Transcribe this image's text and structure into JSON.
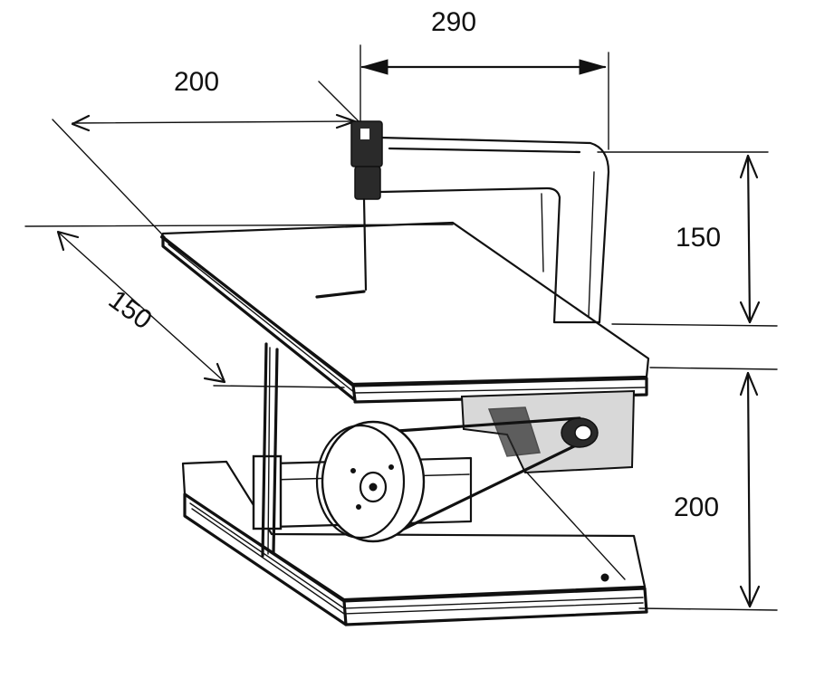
{
  "drawing": {
    "dimensions": {
      "top_width": "290",
      "left_depth": "200",
      "right_upper_height": "150",
      "right_lower_height": "200",
      "diagonal_length": "150"
    },
    "colors": {
      "ink": "#111111",
      "paper": "#ffffff"
    }
  }
}
